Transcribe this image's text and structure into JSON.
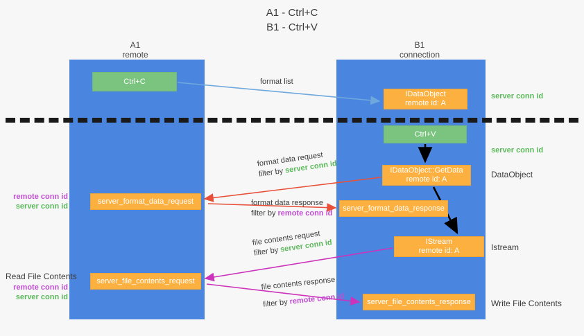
{
  "title": {
    "line1": "A1 - Ctrl+C",
    "line2": "B1 - Ctrl+V"
  },
  "columns": [
    {
      "name": "A1",
      "role": "remote"
    },
    {
      "name": "B1",
      "role": "connection"
    }
  ],
  "boxes": {
    "ctrl_c": {
      "label": "Ctrl+C",
      "color": "#7ac47f"
    },
    "idataobject": {
      "line1": "IDataObject",
      "line2": "remote id: A",
      "color": "#fbb03f"
    },
    "ctrl_v": {
      "label": "Ctrl+V",
      "color": "#7ac47f"
    },
    "getdata": {
      "line1": "IDataObject::GetData",
      "line2": "remote id: A",
      "color": "#fbb03f"
    },
    "server_format_data_request": {
      "label": "server_format_data_request",
      "color": "#fbb03f"
    },
    "server_format_data_response": {
      "label": "server_format_data_response",
      "color": "#fbb03f"
    },
    "istream": {
      "line1": "IStream",
      "line2": "remote id: A",
      "color": "#fbb03f"
    },
    "server_file_contents_request": {
      "label": "server_file_contents_request",
      "color": "#fbb03f"
    },
    "server_file_contents_response": {
      "label": "server_file_contents_response",
      "color": "#fbb03f"
    }
  },
  "arrows": {
    "format_list": {
      "label": "format list"
    },
    "format_data_request": {
      "label": "format data request",
      "filter_prefix": "filter by ",
      "filter_key": "server conn id"
    },
    "format_data_response": {
      "label": "format data response",
      "filter_prefix": "filter by ",
      "filter_key": "remote conn id"
    },
    "file_contents_request": {
      "label": "file contents request",
      "filter_prefix": "filter by ",
      "filter_key": "server conn id"
    },
    "file_contents_response": {
      "label": "file contents response",
      "filter_prefix": "filter by ",
      "filter_key": "remote conn id"
    }
  },
  "notes": {
    "server_conn_id_top": "server conn id",
    "server_conn_id_mid": "server conn id",
    "dataobject": "DataObject",
    "istream": "Istream",
    "write_file_contents": "Write File Contents",
    "read_file_contents": "Read File Contents",
    "left_remote_conn_id_1": "remote conn id",
    "left_server_conn_id_1": "server conn id",
    "left_remote_conn_id_2": "remote conn id",
    "left_server_conn_id_2": "server conn id"
  },
  "colors": {
    "lane": "#4a86e0",
    "green_box": "#7ac47f",
    "orange_box": "#fbb03f",
    "server_conn_id": "#5cb85c",
    "remote_conn_id": "#c04fd0",
    "arrow_blue": "#6fa8dc",
    "arrow_red": "#e8503a",
    "arrow_magenta": "#cc33bb",
    "arrow_black": "#000000",
    "background": "#f7f7f7"
  }
}
